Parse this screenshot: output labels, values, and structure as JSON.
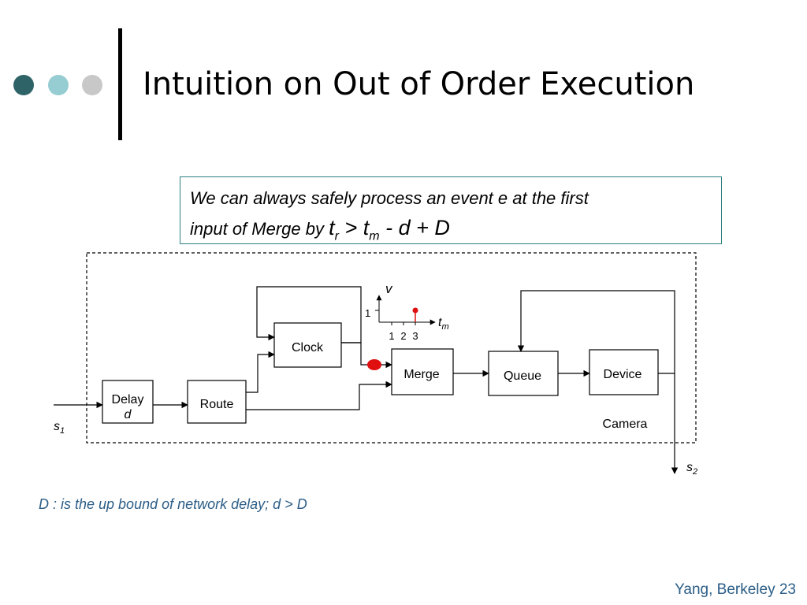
{
  "theme": {
    "dot_colors": [
      "#2e6468",
      "#96cdd2",
      "#c8c8c8"
    ],
    "accent": "#2e7f7f",
    "note_color": "#2b5d86",
    "marker_red": "#e01010"
  },
  "slide": {
    "title": "Intuition on Out of Order Execution",
    "footer": "Yang, Berkeley 23"
  },
  "infobox": {
    "line1": "We can always safely process an event e at the first",
    "line2_pre": "input of Merge by ",
    "tr_base": "t",
    "tr_sub": "r",
    "gt": " >  ",
    "tm_base": "t",
    "tm_sub": "m",
    "tail": "  - d + D"
  },
  "note": "D : is the up bound of network delay; d > D",
  "diagram": {
    "blocks": {
      "delay_line1": "Delay",
      "delay_line2": "d",
      "route": "Route",
      "clock": "Clock",
      "merge": "Merge",
      "queue": "Queue",
      "device": "Device"
    },
    "camera_label": "Camera",
    "s1_base": "s",
    "s1_sub": "1",
    "s2_base": "s",
    "s2_sub": "2",
    "plot": {
      "y_axis_label": "v",
      "x_axis_label_base": "t",
      "x_axis_label_sub": "m",
      "y_tick": "1",
      "x_ticks": [
        "1",
        "2",
        "3"
      ],
      "event_time": 3,
      "event_value": 1
    }
  }
}
